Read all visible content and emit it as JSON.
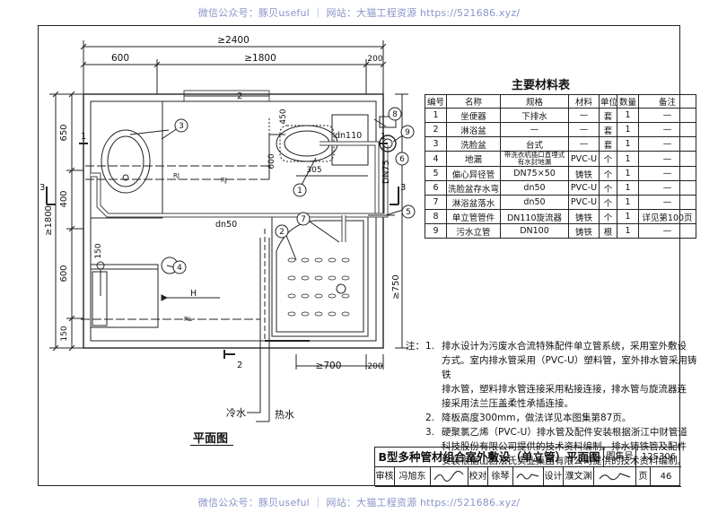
{
  "watermark": "微信公众号：豚贝useful ｜ 网站：大猫工程资源 https://521686.xyz/",
  "dimensions": {
    "top_total": "≥2400",
    "top_left": "600",
    "top_mid": "≥1800",
    "top_right": "200",
    "left_650": "650",
    "left_400": "400",
    "left_600": "600",
    "left_150": "150",
    "left_total": "≥1800",
    "right_450": "450",
    "right_600": "600",
    "right_305": "305",
    "right_750": "≥750",
    "bottom_700": "≥700",
    "bottom_200": "200",
    "vert_150": "150"
  },
  "pipe_labels": {
    "dn110": "dn110",
    "dn50": "dn50",
    "dn75": "DN75",
    "rj1": "RJ",
    "rj2": "RJ",
    "rl": "RL",
    "h_mark": "H"
  },
  "section_marks": {
    "s1_left": "1",
    "s1_right": "1",
    "s2_top": "2",
    "s2_bottom": "2",
    "s3_left": "3",
    "s3_right": "3"
  },
  "callouts": [
    "1",
    "2",
    "3",
    "4",
    "5",
    "6",
    "7",
    "8",
    "9"
  ],
  "water_labels": {
    "cold": "冷水",
    "hot": "热水"
  },
  "plan_title": "平面图",
  "materials": {
    "title": "主要材料表",
    "headers": [
      "编号",
      "名称",
      "规格",
      "材料",
      "单位",
      "数量",
      "备注"
    ],
    "rows": [
      [
        "1",
        "坐便器",
        "下排水",
        "—",
        "套",
        "1",
        "—"
      ],
      [
        "2",
        "淋浴盆",
        "—",
        "—",
        "套",
        "1",
        "—"
      ],
      [
        "3",
        "洗脸盆",
        "台式",
        "—",
        "套",
        "1",
        "—"
      ],
      [
        "4",
        "地漏",
        "带洗衣机插口直埋式有水封地漏",
        "PVC-U",
        "个",
        "1",
        "—"
      ],
      [
        "5",
        "偏心异径管",
        "DN75×50",
        "铸铁",
        "个",
        "1",
        "—"
      ],
      [
        "6",
        "洗脸盆存水弯",
        "dn50",
        "PVC-U",
        "个",
        "1",
        "—"
      ],
      [
        "7",
        "淋浴盆落水",
        "dn50",
        "PVC-U",
        "个",
        "1",
        "—"
      ],
      [
        "8",
        "单立管管件",
        "DN110旋流器",
        "铸铁",
        "个",
        "1",
        "详见第100页"
      ],
      [
        "9",
        "污水立管",
        "DN100",
        "铸铁",
        "根",
        "1",
        "—"
      ]
    ]
  },
  "notes": {
    "label": "注：",
    "items": [
      {
        "num": "1.",
        "lines": [
          "排水设计为污废水合流特殊配件单立管系统，采用室外敷设",
          "方式。室内排水管采用（PVC-U）塑料管，室外排水管采用铸铁",
          "排水管，塑料排水管连接采用粘接连接，排水管与旋流器连",
          "接采用法兰压盖柔性承插连接。"
        ]
      },
      {
        "num": "2.",
        "lines": [
          "降板高度300mm，做法详见本图集第87页。"
        ]
      },
      {
        "num": "3.",
        "lines": [
          "硬聚氯乙烯（PVC-U）排水管及配件安装根据浙江中财管道",
          "科技股份有限公司提供的技术资料编制。排水铸铁管及配件",
          "安装根据山西泫氏实业集团有限公司提供的技术资料编制。"
        ]
      }
    ]
  },
  "title_block": {
    "title": "B型多种管材组合室外敷设（单立管）平面图",
    "atlas_label": "图集号",
    "atlas_no": "12S306",
    "review_label": "审核",
    "reviewer": "冯旭东",
    "check_label": "校对",
    "checker": "徐琴",
    "design_label": "设计",
    "designer": "濮文渊",
    "page_label": "页",
    "page_no": "46"
  },
  "colors": {
    "line": "#222222",
    "watermark": "#8a94c8",
    "signature": "#333333"
  }
}
